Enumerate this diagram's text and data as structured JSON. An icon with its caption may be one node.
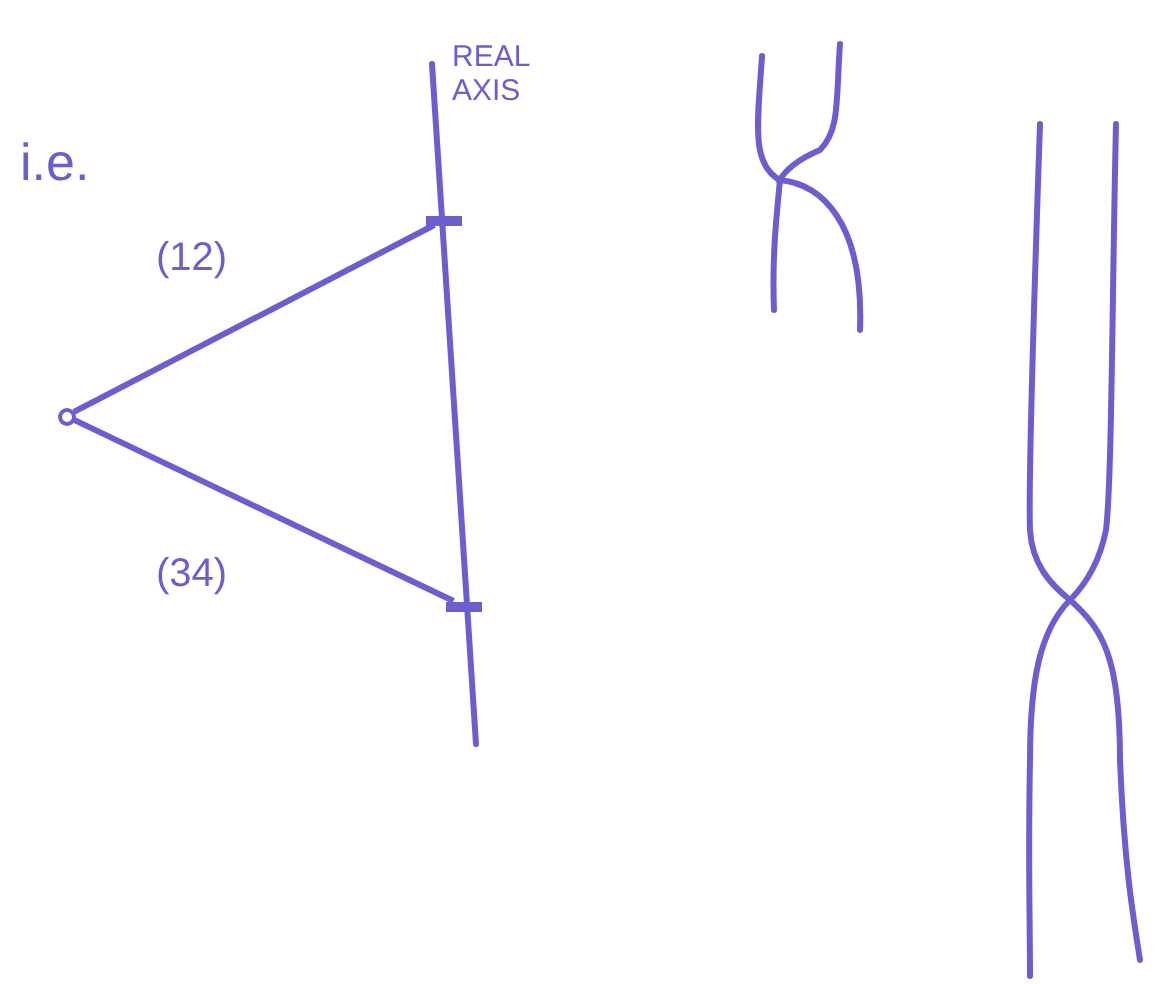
{
  "diagram": {
    "nodes": [
      {
        "text": [],
        "shape": "circle"
      },
      {
        "text": [],
        "shape": "bar"
      },
      {
        "text": [],
        "shape": "bar"
      }
    ],
    "edges": [
      {
        "from": 0,
        "to": 1,
        "arrow": "none",
        "label": "(12)"
      },
      {
        "from": 0,
        "to": 2,
        "arrow": "none",
        "label": "(34)"
      }
    ],
    "labels": [
      "i.e.",
      "REAL AXIS"
    ]
  }
}
